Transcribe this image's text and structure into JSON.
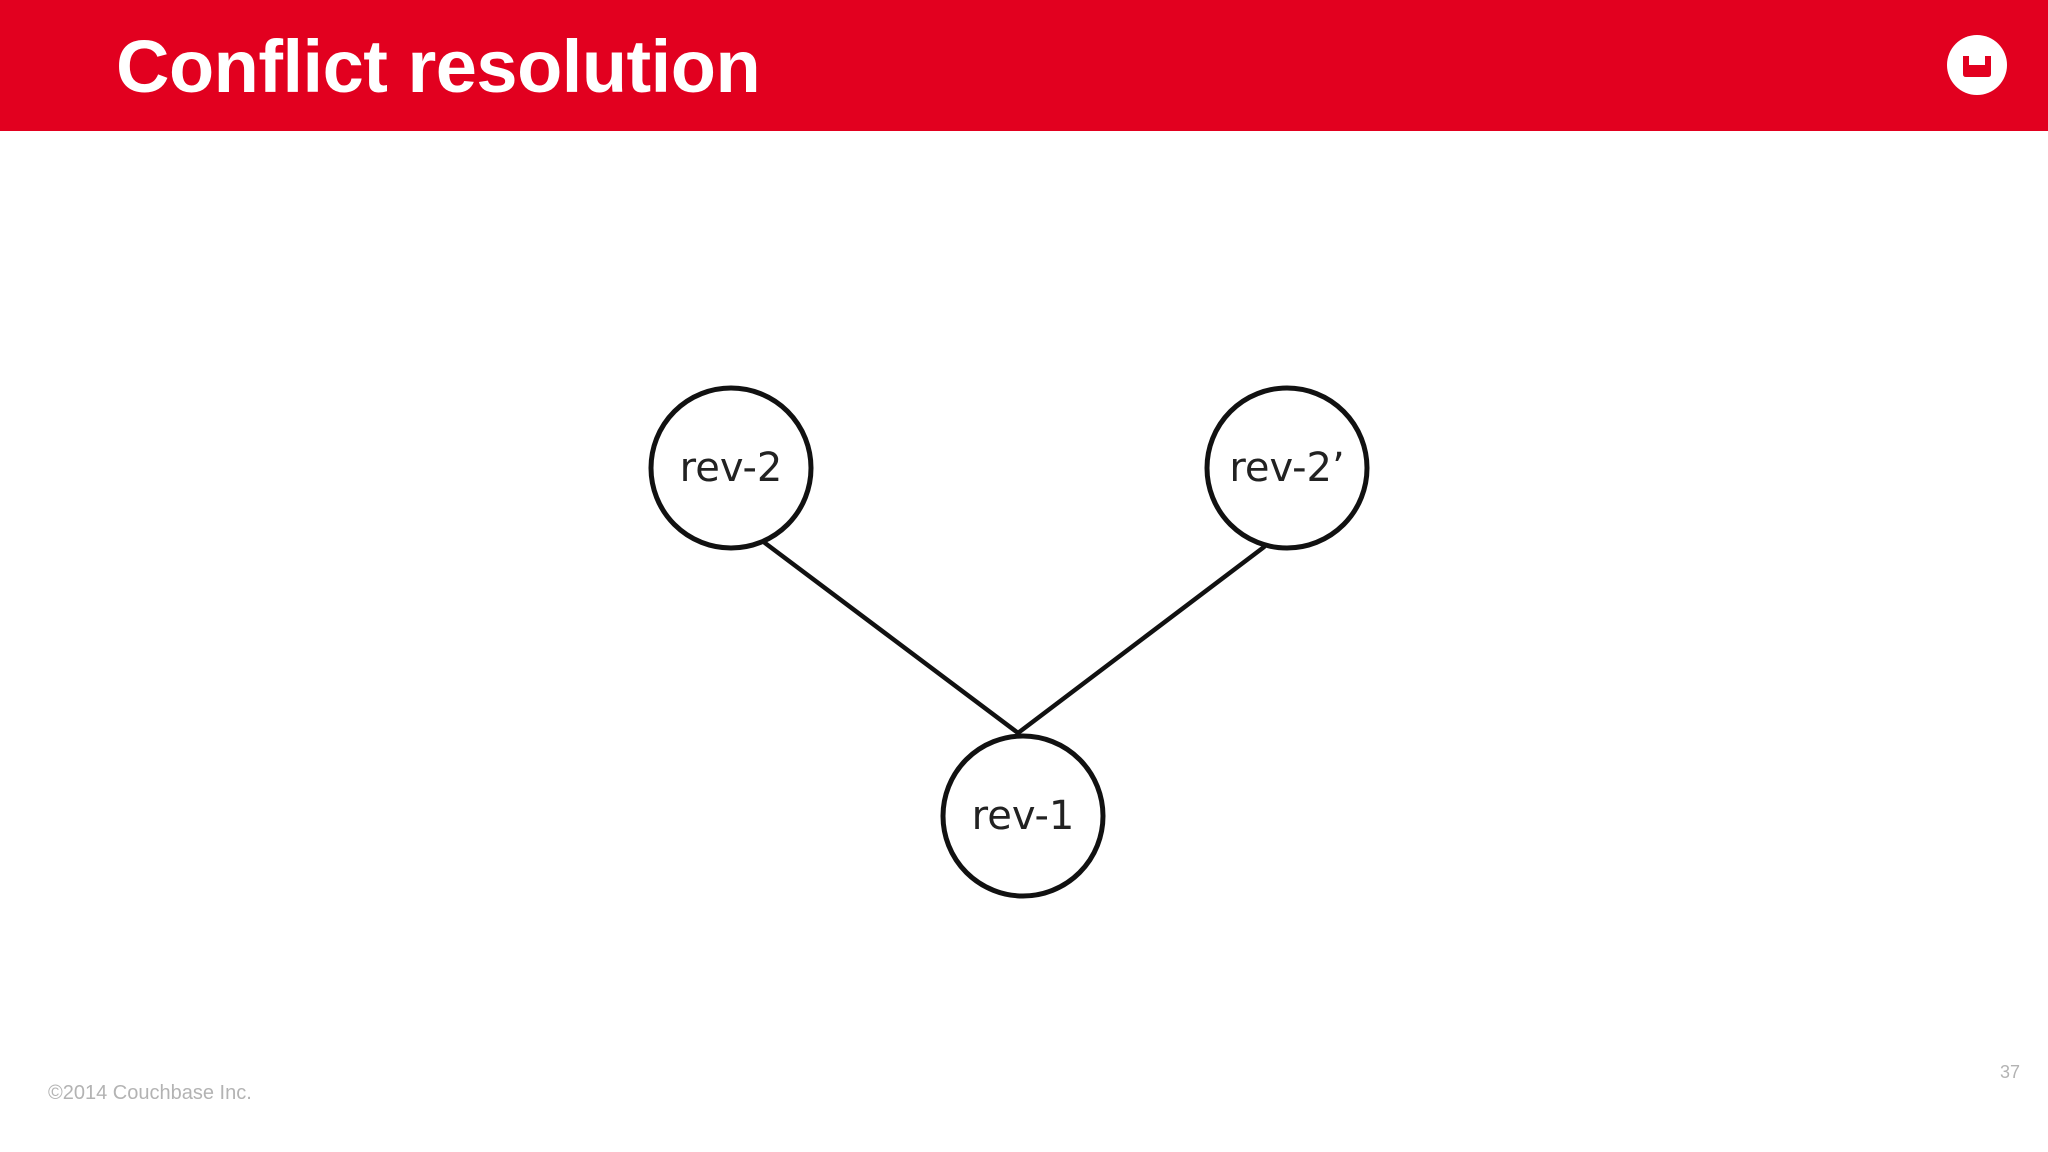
{
  "slide": {
    "title": "Conflict resolution",
    "footer": "©2014 Couchbase Inc.",
    "page_number": "37",
    "logo_icon": "couchbase-logo-icon",
    "colors": {
      "header": "#e2001f",
      "background": "#ffffff",
      "node_stroke": "#111111",
      "footer_text": "#b3b3b3"
    }
  },
  "diagram": {
    "type": "revision-tree",
    "nodes": [
      {
        "id": "rev-2",
        "label": "rev-2"
      },
      {
        "id": "rev-2-prime",
        "label": "rev-2’"
      },
      {
        "id": "rev-1",
        "label": "rev-1"
      }
    ],
    "edges": [
      {
        "from": "rev-2",
        "to": "rev-1"
      },
      {
        "from": "rev-2-prime",
        "to": "rev-1"
      }
    ]
  }
}
